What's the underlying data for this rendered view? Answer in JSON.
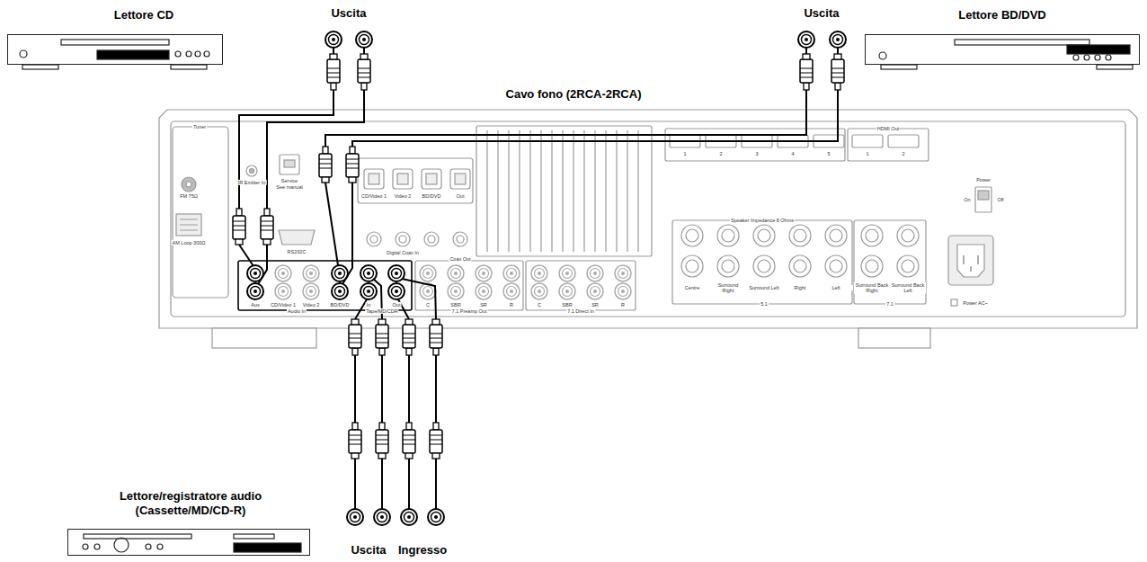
{
  "diagram": {
    "nodes": [
      {
        "text": [
          "Lettore CD"
        ]
      },
      {
        "text": [
          "Lettore BD/DVD"
        ]
      },
      {
        "text": [
          "Lettore/registratore audio (Cassette/MD/CD-R)"
        ]
      }
    ],
    "labels": [
      "Uscita",
      "Cavo fono (2RCA-2RCA)",
      "Uscita",
      "Tuner",
      "FM 75Ω",
      "AM Loop 300Ω",
      "IR Emitter In",
      "Service",
      "See manual",
      "RS232C",
      "Digital Coax In",
      "Coax Out",
      "CD/Video 1",
      "Video 2",
      "BD/DVD",
      "Out",
      "Aux",
      "CD/Video 1",
      "Video 2",
      "BD/DVD",
      "In",
      "Out",
      "C",
      "SBR",
      "SR",
      "R",
      "C",
      "SBR",
      "SR",
      "R",
      "Audio In",
      "Tape/MD/CDR",
      "7.1 Preamp Out",
      "7.1 Direct In",
      "Speaker Impedance 8 Ohms",
      "Centre",
      "Surround Right",
      "Surround Left",
      "Right",
      "Left",
      "Surround Back Right",
      "Surround Back Left",
      "5.1",
      "7.1",
      "1",
      "2",
      "3",
      "4",
      "5",
      "HDMI Out",
      "1",
      "2",
      "Power",
      "On",
      "Off",
      "Power AC~",
      "Uscita",
      "Ingresso"
    ]
  }
}
